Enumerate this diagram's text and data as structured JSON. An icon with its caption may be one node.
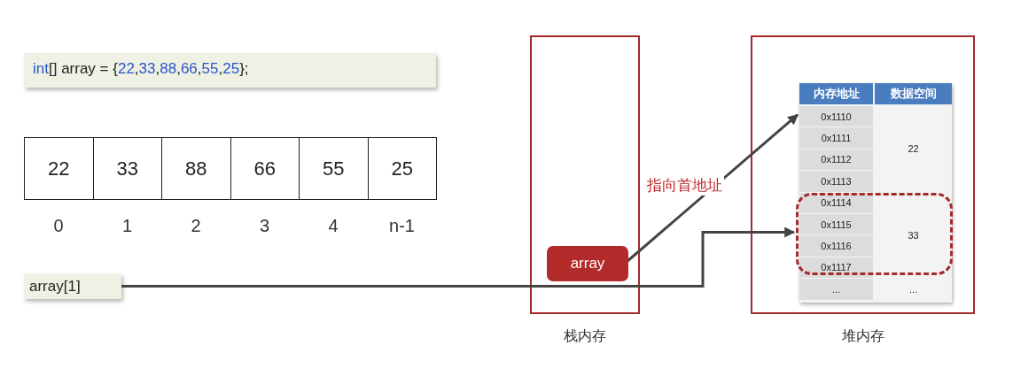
{
  "diagram": {
    "nodes": [
      {
        "text": [
          "int[] array = {22,33,88,66,55,25};"
        ]
      },
      {
        "text": [
          "22"
        ]
      },
      {
        "text": [
          "33"
        ]
      },
      {
        "text": [
          "88"
        ]
      },
      {
        "text": [
          "66"
        ]
      },
      {
        "text": [
          "55"
        ]
      },
      {
        "text": [
          "25"
        ]
      },
      {
        "text": [
          "array[1]"
        ]
      },
      {
        "text": [],
        "shape": "box",
        "beside": [
          "栈内存"
        ]
      },
      {
        "text": [
          "array"
        ],
        "in": 8
      },
      {
        "text": [],
        "shape": "box",
        "beside": [
          "堆内存"
        ]
      },
      {
        "text": [
          "0x1110"
        ],
        "in": 10
      },
      {
        "text": [],
        "shape": "box",
        "in": 10
      }
    ],
    "edges": [
      {
        "from": 9,
        "to": 11,
        "arrow": "to",
        "label": "指向首地址"
      },
      {
        "from": 7,
        "to": 12,
        "arrow": "to"
      }
    ],
    "labels": [
      "0",
      "1",
      "2",
      "3",
      "4",
      "n-1",
      "内存地址",
      "数据空间",
      "0x1111",
      "22",
      "0x1112",
      "0x1113",
      "0x1114",
      "0x1115",
      "33",
      "0x1116",
      "0x1117",
      "...",
      "..."
    ]
  }
}
